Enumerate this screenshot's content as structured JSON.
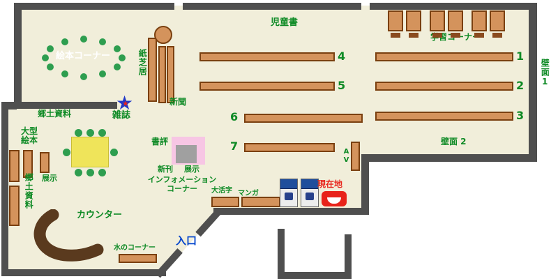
{
  "labels": {
    "children_books": "児童書",
    "study_corner": "学習コーナー",
    "wall_1": "壁面1",
    "wall_2": "壁面 2",
    "picture_book_corner": "絵本コーナー",
    "kamishibai": "紙芝居",
    "newspaper": "新聞",
    "magazine": "雑誌",
    "local_materials": "郷土資料",
    "large_picture_books_line1": "大型",
    "large_picture_books_line2": "絵本",
    "local_materials_side": "郷土資料",
    "display_side": "展示",
    "book_review": "書評",
    "new_books": "新刊",
    "display_center": "展示",
    "information_line1": "インフォメーション",
    "information_line2": "コーナー",
    "counter": "カウンター",
    "water_corner": "水のコーナー",
    "entrance": "入口",
    "large_print": "大活字",
    "manga": "マンガ",
    "current_location": "現在地",
    "av_corner": "AV"
  },
  "shelf_numbers": {
    "n1": "1",
    "n2": "2",
    "n3": "3",
    "n4": "4",
    "n5": "5",
    "n6": "6",
    "n7": "7"
  },
  "colors": {
    "floor": "#F1EEDA",
    "wall": "#4F4F4F",
    "shelf_fill": "#D4935C",
    "shelf_border": "#7A4010",
    "label_green": "#0E8A25",
    "entrance_blue": "#0044CC",
    "current_location_red": "#E8231A",
    "table_yellow": "#EFE45A",
    "display_pink": "#F7C6E4",
    "star_blue": "#2038C8",
    "chair_dot_green": "#2E9E4F"
  }
}
